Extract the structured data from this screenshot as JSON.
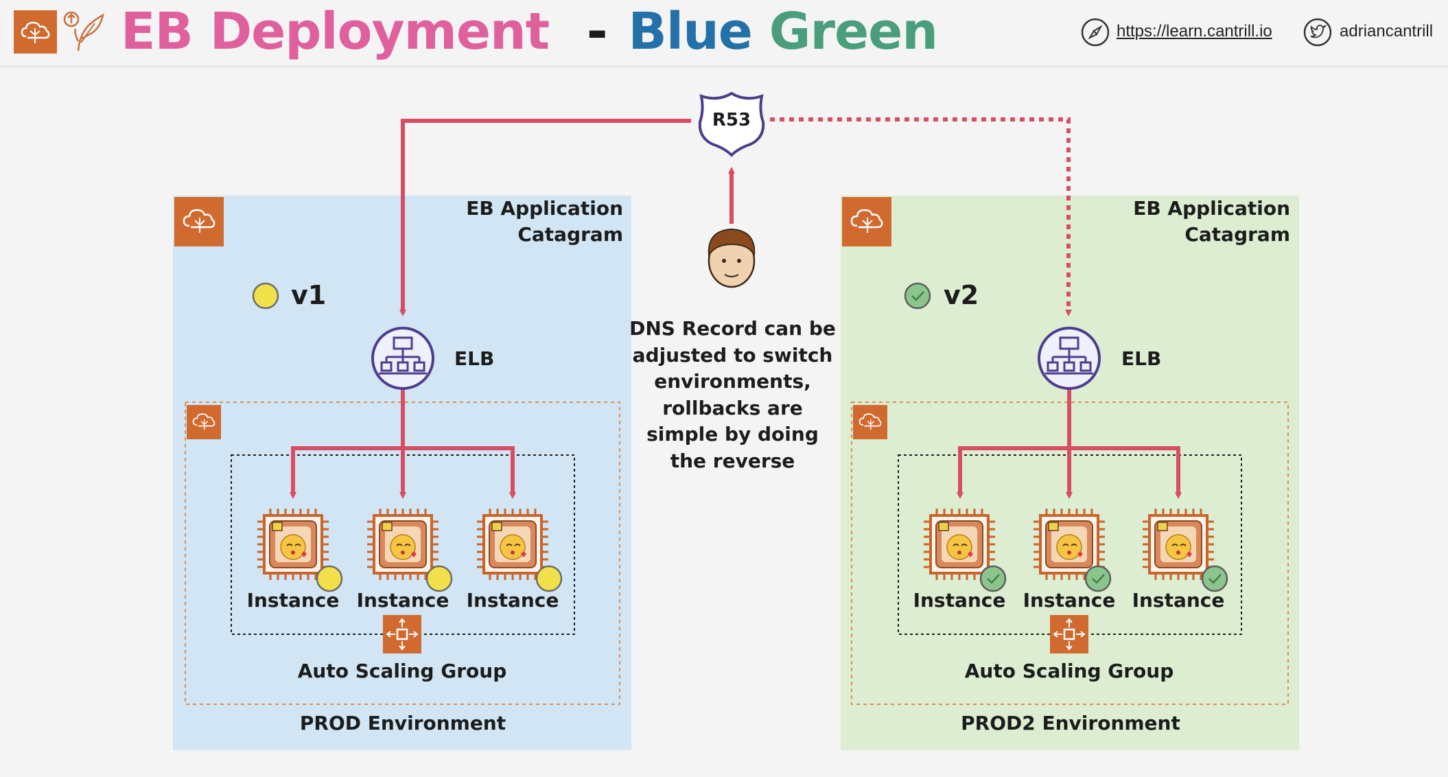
{
  "header": {
    "title_part1": "EB Deployment",
    "title_sep": "-",
    "title_blue": "Blue",
    "title_green": "Green",
    "link_url": "https://learn.cantrill.io",
    "twitter_handle": "adriancantrill"
  },
  "route53": {
    "label": "R53"
  },
  "dns_note": [
    "DNS Record can be",
    "adjusted to switch",
    "environments,",
    "rollbacks are",
    "simple by doing",
    "the reverse"
  ],
  "environments": [
    {
      "app_title_line1": "EB Application",
      "app_title_line2": "Catagram",
      "version": "v1",
      "elb_label": "ELB",
      "instances": [
        "Instance",
        "Instance",
        "Instance"
      ],
      "asg_label": "Auto Scaling Group",
      "env_label": "PROD Environment"
    },
    {
      "app_title_line1": "EB Application",
      "app_title_line2": "Catagram",
      "version": "v2",
      "elb_label": "ELB",
      "instances": [
        "Instance",
        "Instance",
        "Instance"
      ],
      "asg_label": "Auto Scaling Group",
      "env_label": "PROD2 Environment"
    }
  ],
  "colors": {
    "title_pink": "#e0609e",
    "title_blue": "#2470a8",
    "title_green": "#4a9e7c",
    "arrow_red": "#d94d62",
    "aws_orange": "#d86a2d",
    "elb_purple": "#4e3d8c",
    "blue_panel": "#d1e5f4",
    "green_panel": "#dcedd1",
    "v1_badge": "#f1e04a",
    "v2_badge": "#8cc48e"
  }
}
